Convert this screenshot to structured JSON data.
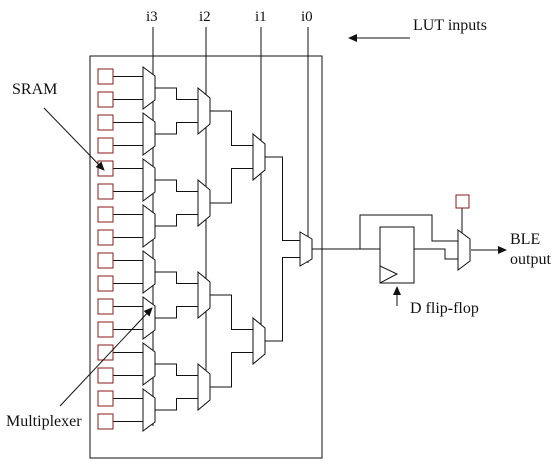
{
  "labels": {
    "input_i3": "i3",
    "input_i2": "i2",
    "input_i1": "i1",
    "input_i0": "i0",
    "lut_inputs": "LUT inputs",
    "sram": "SRAM",
    "multiplexer": "Multiplexer",
    "d_flip_flop": "D flip-flop",
    "ble_line1": "BLE",
    "ble_line2": "output"
  },
  "structure": {
    "sram_cells": 16,
    "mux_levels": [
      8,
      4,
      2,
      1
    ],
    "output_mux_inputs": 2
  },
  "colors": {
    "line": "#111111",
    "sram_border": "#8b1a1a"
  }
}
